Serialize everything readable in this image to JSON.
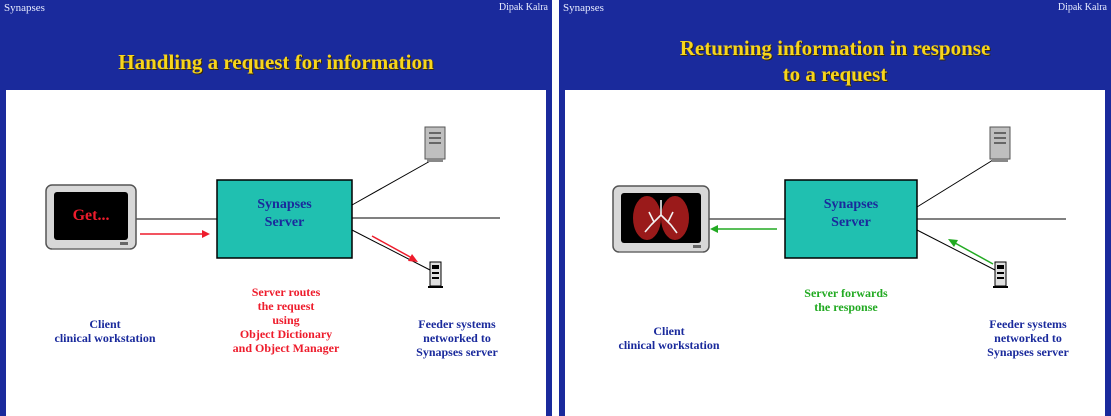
{
  "left_slide": {
    "header_left": "Synapses",
    "header_right": "Dipak Kalra",
    "title_line1": "Handling a request for information",
    "monitor_text": "Get...",
    "server_line1": "Synapses",
    "server_line2": "Server",
    "routes_text": [
      "Server routes",
      "the request",
      "using",
      "Object Dictionary",
      "and Object Manager"
    ],
    "client_text": [
      "Client",
      "clinical workstation"
    ],
    "feeder_text": [
      "Feeder systems",
      "networked to",
      "Synapses server"
    ]
  },
  "right_slide": {
    "header_left": "Synapses",
    "header_right": "Dipak Kalra",
    "title_line1": "Returning information in response",
    "title_line2": "to a request",
    "server_line1": "Synapses",
    "server_line2": "Server",
    "forwards_text": [
      "Server forwards",
      "the response"
    ],
    "client_text": [
      "Client",
      "clinical workstation"
    ],
    "feeder_text": [
      "Feeder systems",
      "networked to",
      "Synapses server"
    ]
  },
  "colors": {
    "slide_blue": "#1a2a9c",
    "title_yellow": "#f7d51c",
    "server_box": "#20c0b0",
    "request_red": "#ee1c2c",
    "response_green": "#22aa22"
  }
}
